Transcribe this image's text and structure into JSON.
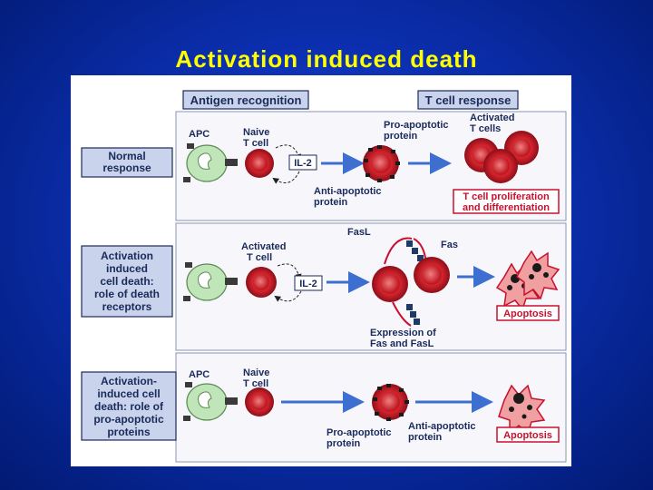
{
  "slide": {
    "title": "Activation induced death"
  },
  "header": {
    "left": "Antigen recognition",
    "right": "T cell response"
  },
  "rows": [
    {
      "side_label": [
        "Normal",
        "response"
      ],
      "apc": "APC",
      "tcell": [
        "Naive",
        "T cell"
      ],
      "il2": "IL-2",
      "pro": [
        "Pro-apoptotic",
        "protein"
      ],
      "anti": [
        "Anti-apoptotic",
        "protein"
      ],
      "activated": [
        "Activated",
        "T cells"
      ],
      "outcome": [
        "T cell proliferation",
        "and differentiation"
      ]
    },
    {
      "side_label": [
        "Activation",
        "induced",
        "cell death:",
        "role of death",
        "receptors"
      ],
      "tcell": [
        "Activated",
        "T cell"
      ],
      "il2": "IL-2",
      "fasl": "FasL",
      "fas": "Fas",
      "expression": [
        "Expression of",
        "Fas and FasL"
      ],
      "outcome": "Apoptosis"
    },
    {
      "side_label": [
        "Activation-",
        "induced cell",
        "death: role of",
        "pro-apoptotic",
        "proteins"
      ],
      "apc": "APC",
      "tcell": [
        "Naive",
        "T cell"
      ],
      "pro": [
        "Pro-apoptotic",
        "protein"
      ],
      "anti": [
        "Anti-apoptotic",
        "protein"
      ],
      "outcome": "Apoptosis"
    }
  ],
  "colors": {
    "background": "#0b2fb0",
    "title": "#ffff00",
    "label_box": "#c9d4ec",
    "cell_red": "#d9252f",
    "apc_green": "#bfe5b8",
    "arrow_blue": "#3d6fd1",
    "outcome_red": "#c8102e"
  }
}
